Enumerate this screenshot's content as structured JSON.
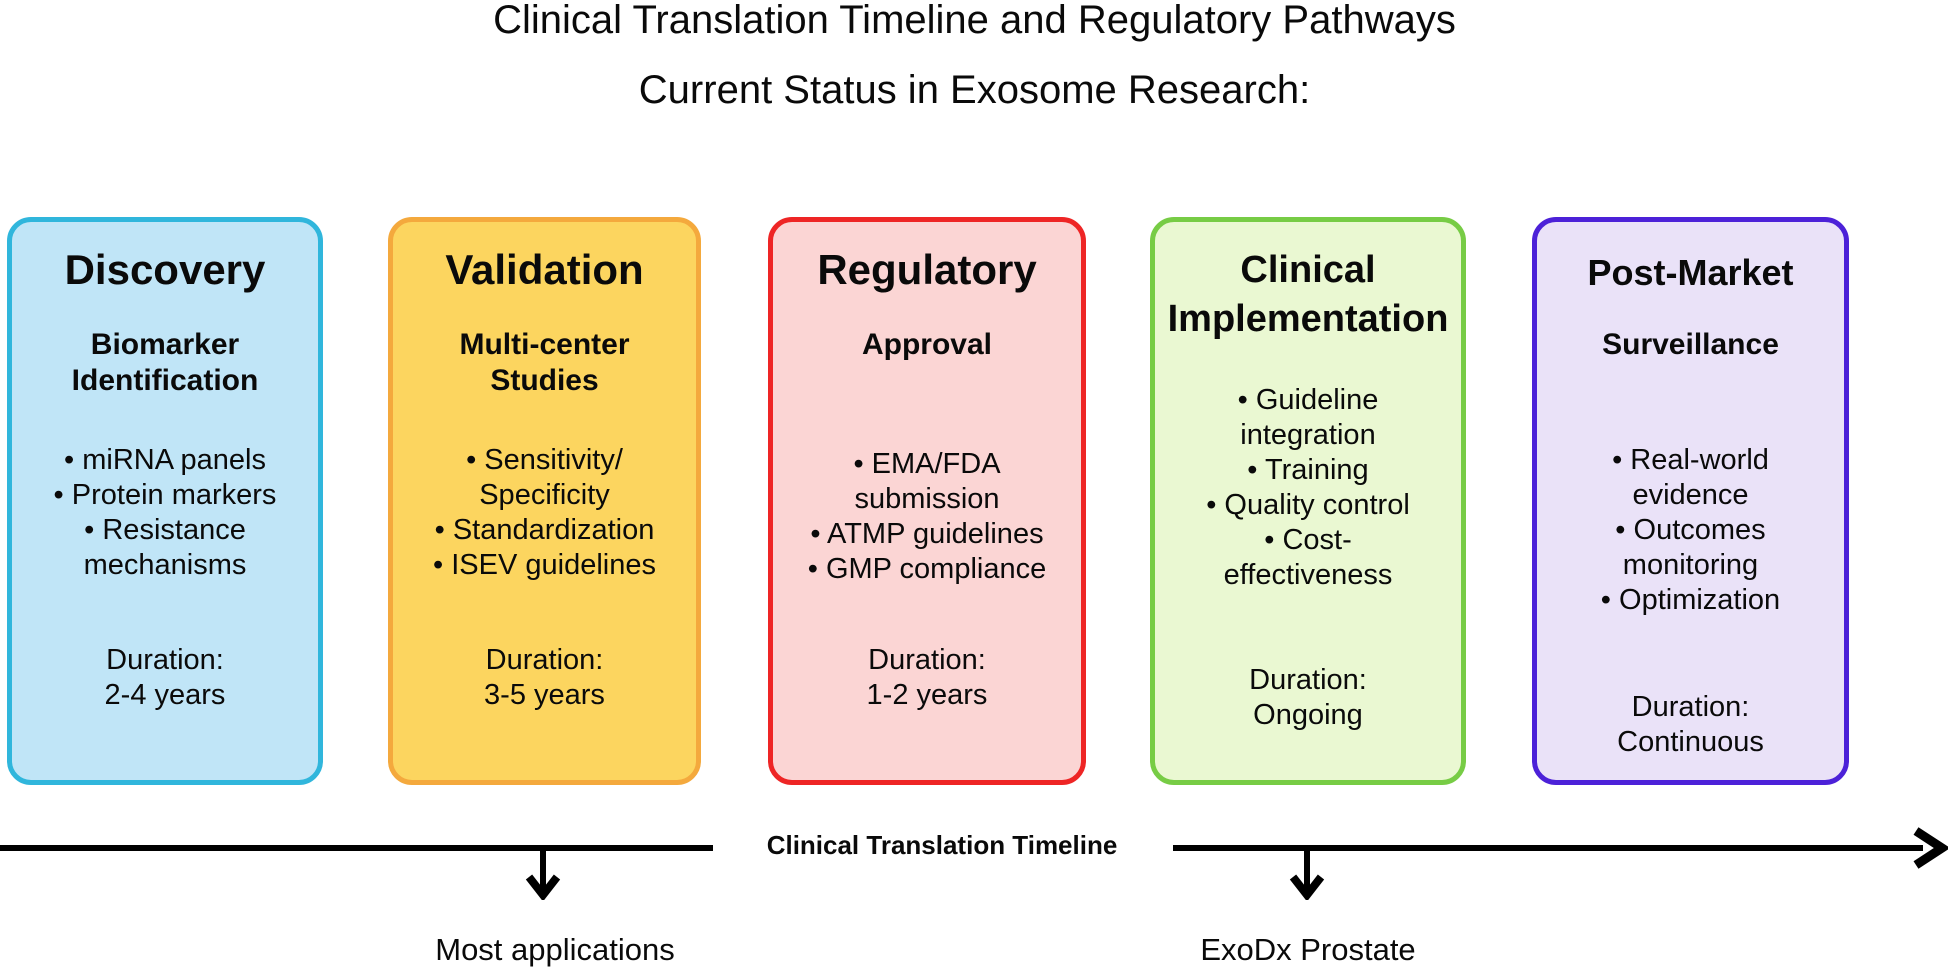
{
  "header": {
    "title": "Clinical Translation Timeline and Regulatory Pathways",
    "subtitle": "Current Status in Exosome Research:"
  },
  "stages": [
    {
      "name": "Discovery",
      "title_lines": [
        "Discovery"
      ],
      "subtitle_lines": [
        "Biomarker",
        "Identification"
      ],
      "bullets_lines": [
        "• miRNA panels",
        "• Protein markers",
        "• Resistance",
        "mechanisms"
      ],
      "duration_lines": [
        "Duration:",
        "2-4 years"
      ],
      "fill": "#c0e5f7",
      "border": "#30b6dc"
    },
    {
      "name": "Validation",
      "title_lines": [
        "Validation"
      ],
      "subtitle_lines": [
        "Multi-center",
        "Studies"
      ],
      "bullets_lines": [
        "• Sensitivity/",
        "Specificity",
        "• Standardization",
        "• ISEV guidelines"
      ],
      "duration_lines": [
        "Duration:",
        "3-5 years"
      ],
      "fill": "#fcd55f",
      "border": "#f4a93d"
    },
    {
      "name": "Regulatory",
      "title_lines": [
        "Regulatory"
      ],
      "subtitle_lines": [
        "Approval"
      ],
      "bullets_lines": [
        "• EMA/FDA",
        "submission",
        "• ATMP guidelines",
        "• GMP compliance"
      ],
      "duration_lines": [
        "Duration:",
        "1-2 years"
      ],
      "fill": "#fbd5d4",
      "border": "#ee2525"
    },
    {
      "name": "Clinical Implementation",
      "title_lines": [
        "Clinical",
        "Implementation"
      ],
      "subtitle_lines": [],
      "bullets_lines": [
        "• Guideline",
        "integration",
        "• Training",
        "• Quality control",
        "• Cost-",
        "effectiveness"
      ],
      "duration_lines": [
        "Duration:",
        "Ongoing"
      ],
      "fill": "#eaf8d2",
      "border": "#77cc45"
    },
    {
      "name": "Post-Market",
      "title_lines": [
        "Post-Market"
      ],
      "subtitle_lines": [
        "Surveillance"
      ],
      "bullets_lines": [
        "• Real-world",
        "evidence",
        "• Outcomes",
        "monitoring",
        "• Optimization"
      ],
      "duration_lines": [
        "Duration:",
        "Continuous"
      ],
      "fill": "#eae2f8",
      "border": "#4c21d8"
    }
  ],
  "timeline": {
    "label": "Clinical Translation Timeline",
    "annotations": [
      "Most applications",
      "ExoDx Prostate"
    ]
  },
  "icons": {
    "timeline_arrowhead": "right-arrow",
    "stage_pointer": "down-arrow"
  },
  "colors": {
    "background": "#ffffff",
    "text": "#0a0a0a",
    "line": "#000000"
  }
}
